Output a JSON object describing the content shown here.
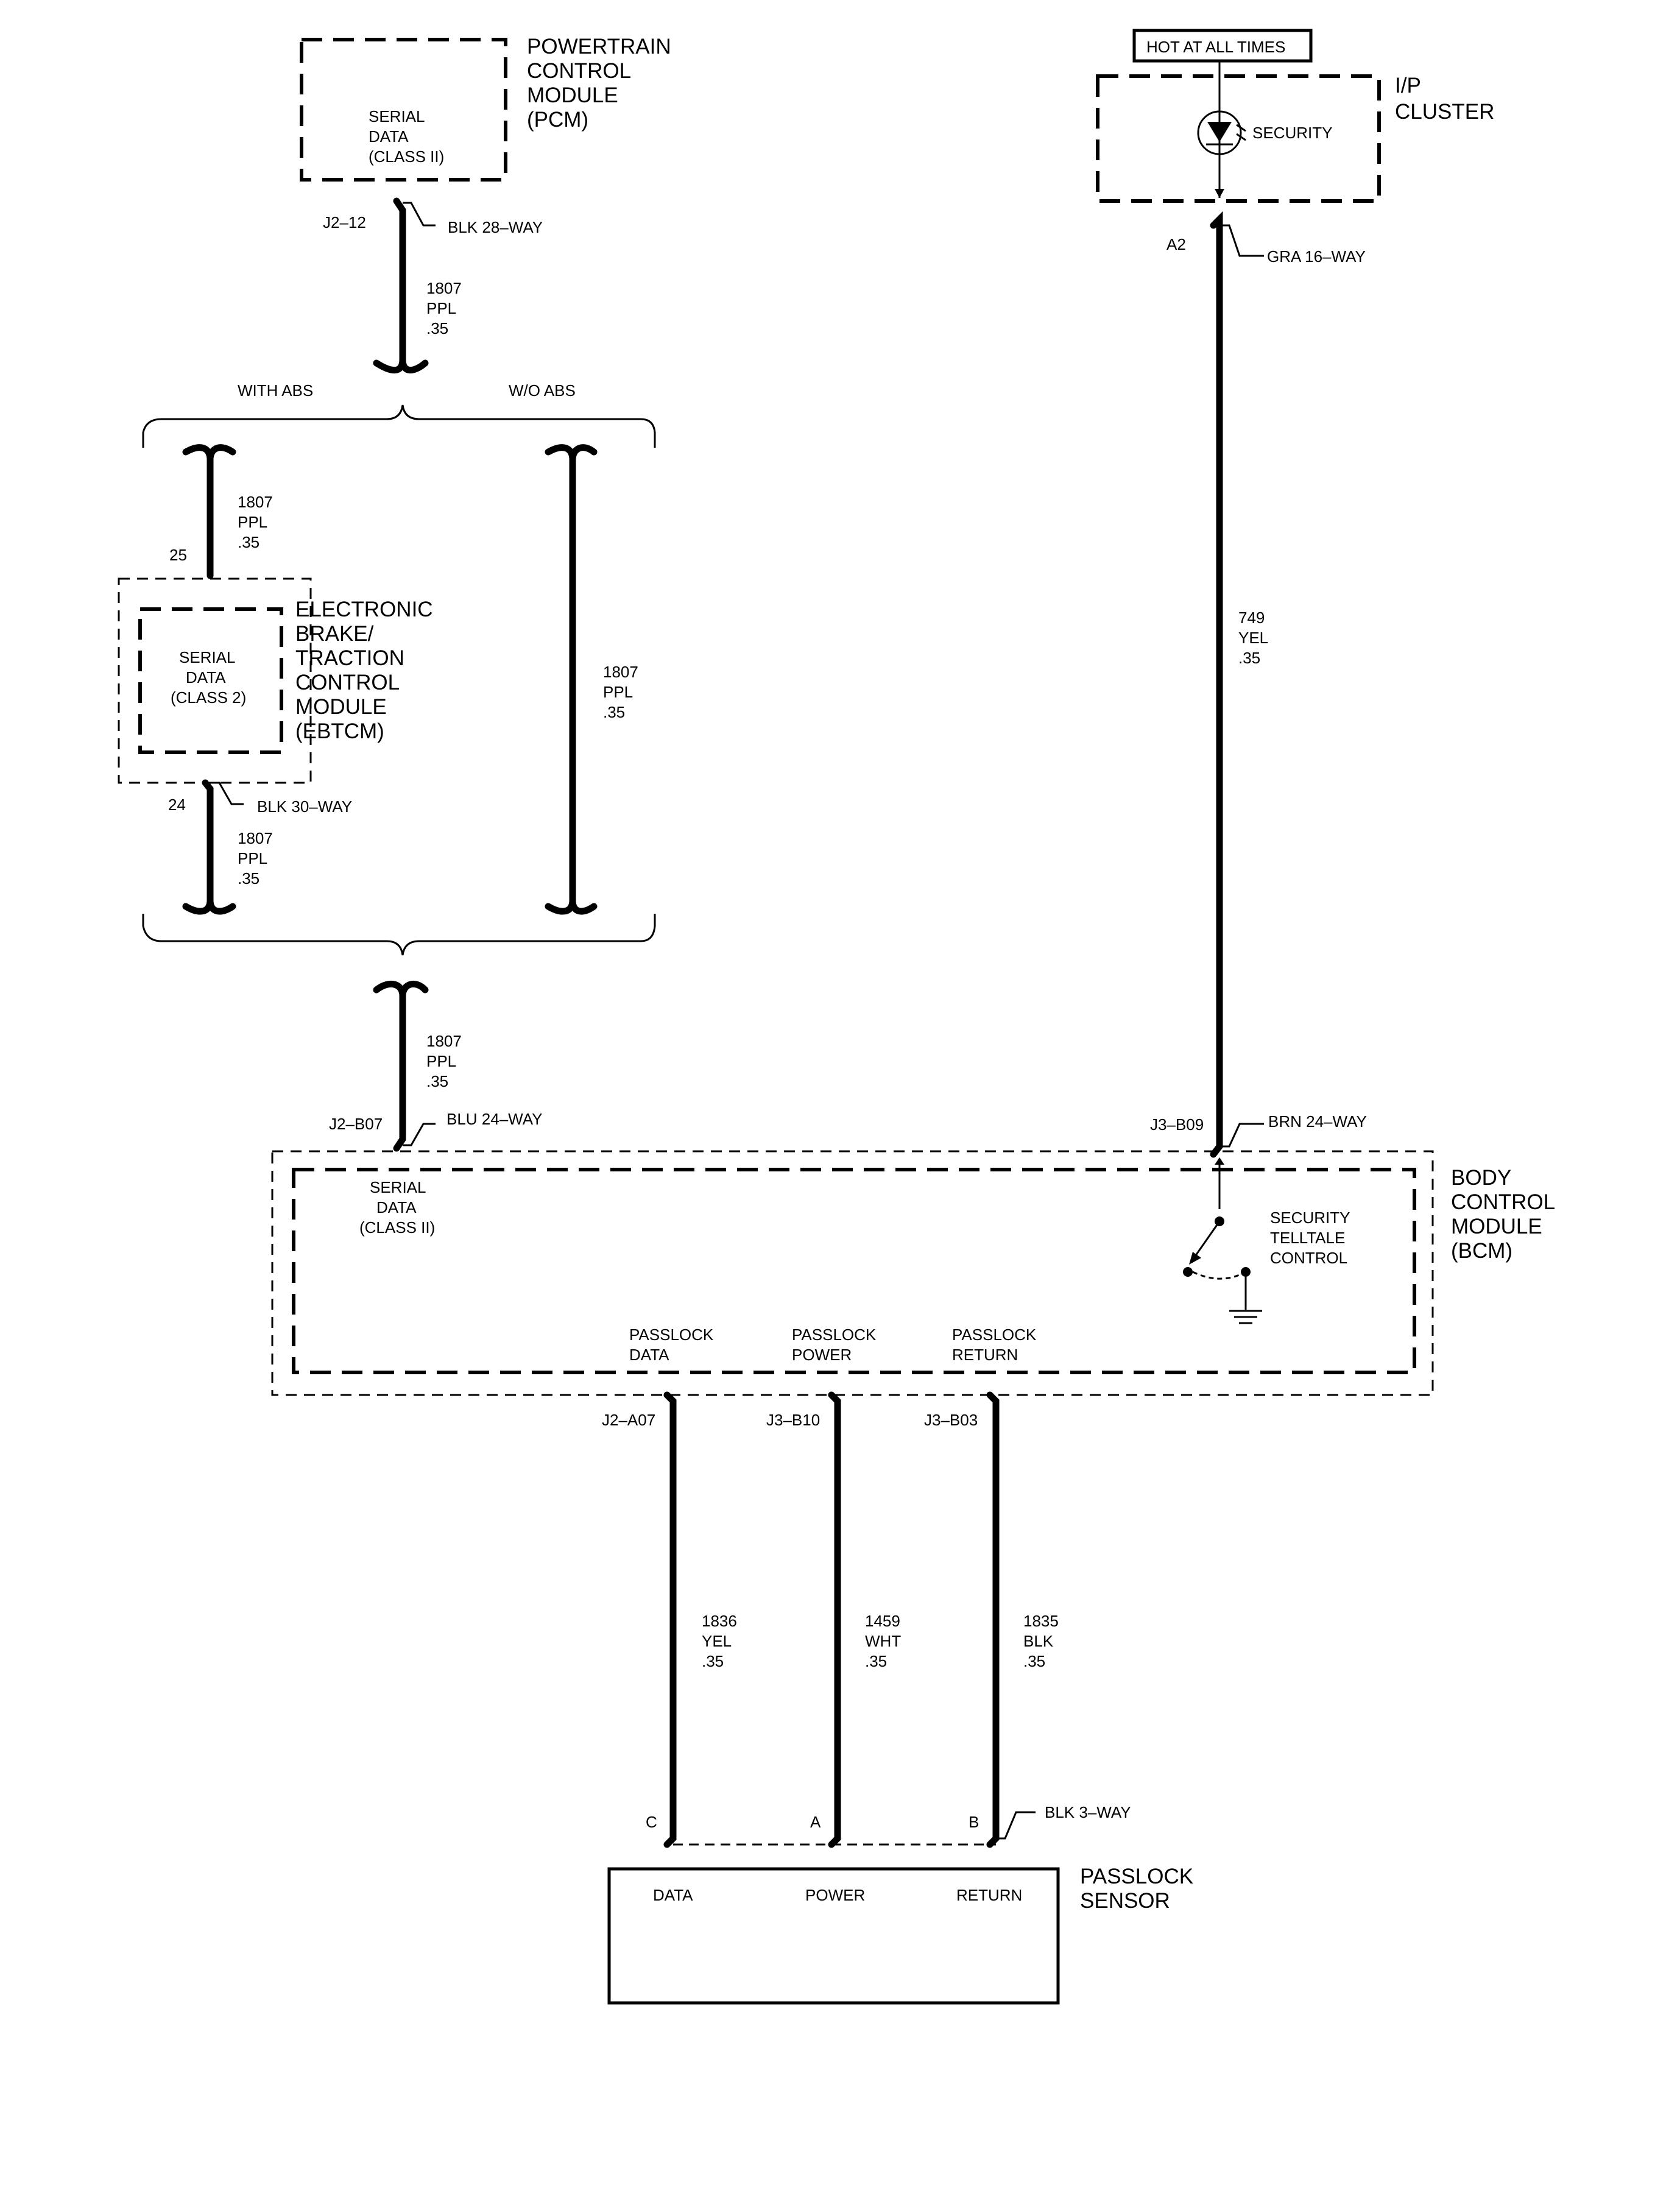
{
  "pcm": {
    "title": [
      "POWERTRAIN",
      "CONTROL",
      "MODULE",
      "(PCM)"
    ],
    "inner": [
      "SERIAL",
      "DATA",
      "(CLASS II)"
    ]
  },
  "top_wire": {
    "pin": "J2–12",
    "connector": "BLK 28–WAY",
    "circuit": [
      "1807",
      "PPL",
      ".35"
    ]
  },
  "branches": {
    "with_abs": "WITH ABS",
    "without_abs": "W/O ABS"
  },
  "ebtcm": {
    "title": [
      "ELECTRONIC",
      "BRAKE/",
      "TRACTION",
      "CONTROL",
      "MODULE",
      "(EBTCM)"
    ],
    "inner": [
      "SERIAL",
      "DATA",
      "(CLASS 2)"
    ],
    "pin_in": "25",
    "pin_out": "24",
    "connector": "BLK 30–WAY",
    "wire_in": [
      "1807",
      "PPL",
      ".35"
    ],
    "wire_out": [
      "1807",
      "PPL",
      ".35"
    ]
  },
  "wo_abs_wire": [
    "1807",
    "PPL",
    ".35"
  ],
  "bcm_in_wire": {
    "circuit": [
      "1807",
      "PPL",
      ".35"
    ],
    "pin": "J2–B07",
    "connector": "BLU 24–WAY"
  },
  "hot_label": "HOT AT ALL TIMES",
  "ip_cluster": {
    "title": [
      "I/P",
      "CLUSTER"
    ],
    "lamp": "SECURITY"
  },
  "security_wire": {
    "pin": "A2",
    "connector": "GRA 16–WAY",
    "circuit": [
      "749",
      "YEL",
      ".35"
    ],
    "bcm_pin": "J3–B09",
    "bcm_connector": "BRN 24–WAY"
  },
  "bcm": {
    "title": [
      "BODY",
      "CONTROL",
      "MODULE",
      "(BCM)"
    ],
    "serial": [
      "SERIAL",
      "DATA",
      "(CLASS II)"
    ],
    "telltale": [
      "SECURITY",
      "TELLTALE",
      "CONTROL"
    ],
    "outputs": [
      {
        "label": [
          "PASSLOCK",
          "DATA"
        ],
        "pin": "J2–A07",
        "circuit": [
          "1836",
          "YEL",
          ".35"
        ],
        "sensor_pin": "C"
      },
      {
        "label": [
          "PASSLOCK",
          "POWER"
        ],
        "pin": "J3–B10",
        "circuit": [
          "1459",
          "WHT",
          ".35"
        ],
        "sensor_pin": "A"
      },
      {
        "label": [
          "PASSLOCK",
          "RETURN"
        ],
        "pin": "J3–B03",
        "circuit": [
          "1835",
          "BLK",
          ".35"
        ],
        "sensor_pin": "B"
      }
    ]
  },
  "sensor": {
    "title": [
      "PASSLOCK",
      "SENSOR"
    ],
    "connector": "BLK 3–WAY",
    "terminals": [
      "DATA",
      "POWER",
      "RETURN"
    ]
  }
}
